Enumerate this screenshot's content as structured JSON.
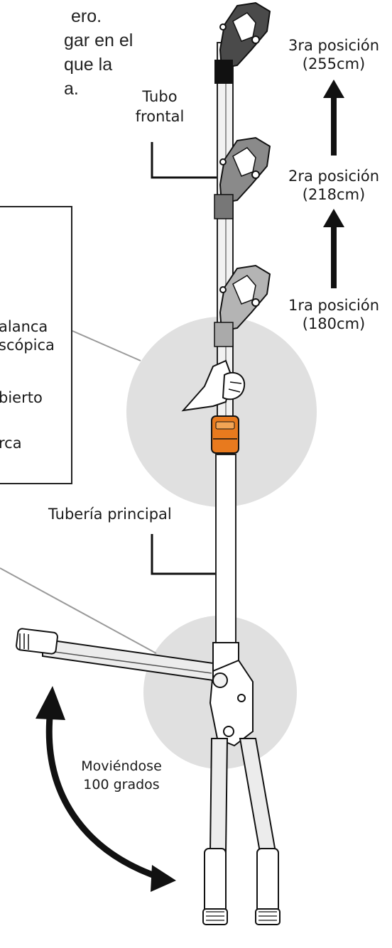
{
  "intro_lines": [
    "ero.",
    "gar en el",
    "que la",
    "a."
  ],
  "box_items": [
    "alanca",
    "scópica",
    "bierto",
    "rca"
  ],
  "labels": {
    "tubo_frontal": [
      "Tubo",
      "frontal"
    ],
    "tuberia_principal": "Tubería principal",
    "moviendose": [
      "Moviéndose",
      "100 grados"
    ]
  },
  "positions": [
    {
      "name": "3ra posición",
      "height": "(255cm)"
    },
    {
      "name": "2ra posición",
      "height": "(218cm)"
    },
    {
      "name": "1ra posición",
      "height": "(180cm)"
    }
  ],
  "colors": {
    "accent_orange": "#e87a1e",
    "pole_gray": "#d8d8d8",
    "circle_gray": "#e0e0e0",
    "blade_dark": "#4a4a4a",
    "blade_mid": "#8a8a8a",
    "blade_light": "#b4b4b4"
  }
}
